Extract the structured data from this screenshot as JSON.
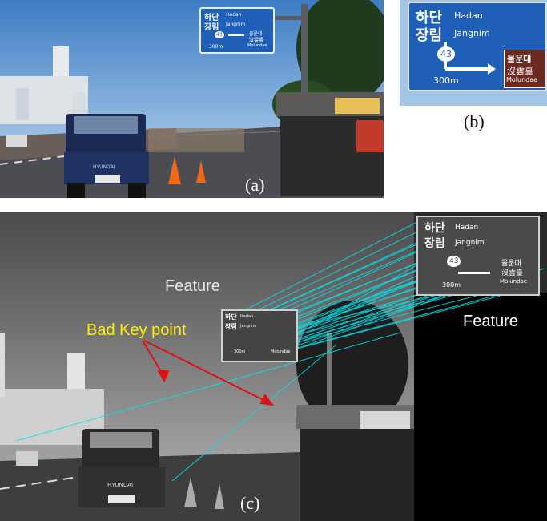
{
  "panels": {
    "a": {
      "caption": "(a)",
      "sign": {
        "line1_ko": "하단",
        "line1_en": "Hadan",
        "line2_ko": "장림",
        "line2_en": "Jangnim",
        "route": "43",
        "right_ko1": "몰운대",
        "right_ko2": "沒雲臺",
        "right_en": "Molundae",
        "distance": "300m"
      },
      "truck_brand": "HYUNDAI"
    },
    "b": {
      "caption": "(b)",
      "sign": {
        "line1_ko": "하단",
        "line1_en": "Hadan",
        "line2_ko": "장림",
        "line2_en": "Jangnim",
        "route": "43",
        "right_ko1": "몰운대",
        "right_ko2": "沒雲臺",
        "right_en": "Molundae",
        "distance": "300m"
      }
    },
    "c": {
      "caption": "(c)",
      "labels": {
        "feature_left": "Feature",
        "feature_right": "Feature",
        "bad_keypoint": "Bad Key point"
      },
      "sign_small": {
        "line1_ko": "하단",
        "line1_en": "Hadan",
        "line2_ko": "장림",
        "line2_en": "Jangnim",
        "right_en": "Molundae",
        "distance": "300m"
      },
      "sign_large": {
        "line1_ko": "하단",
        "line1_en": "Hadan",
        "line2_ko": "장림",
        "line2_en": "Jangnim",
        "route": "43",
        "right_ko1": "몰운대",
        "right_ko2": "沒雲臺",
        "right_en": "Molundae",
        "distance": "300m"
      },
      "truck_brand": "HYUNDAI"
    }
  },
  "colors": {
    "sky_top": "#3f7fc6",
    "sky_bottom": "#a9c8e6",
    "sign_blue": "#1f5fb8",
    "match_line": "#00e5ee",
    "label_yellow": "#ffee00",
    "label_white": "#e8e8e8",
    "arrow_red": "#e01010"
  }
}
